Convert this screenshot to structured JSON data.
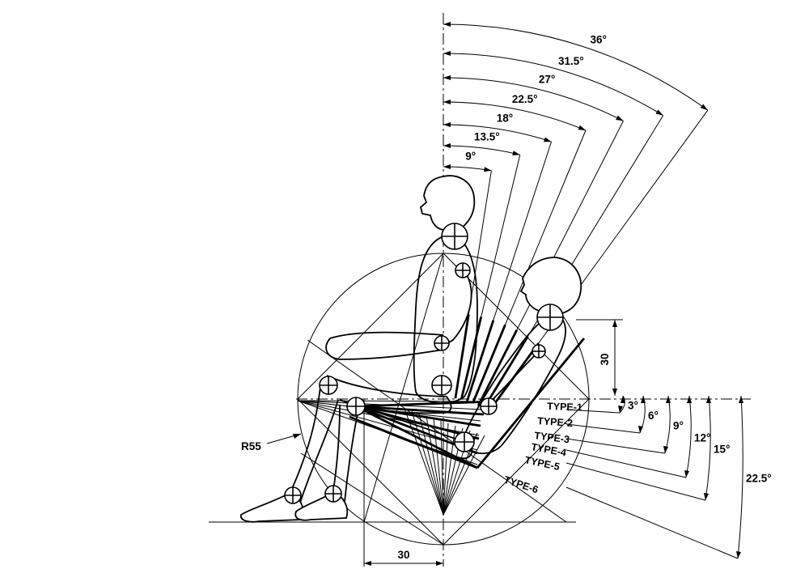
{
  "back_angle_labels": [
    "9°",
    "13.5°",
    "18°",
    "22.5°",
    "27°",
    "31.5°",
    "36°"
  ],
  "seat_angle_labels": [
    "3°",
    "6°",
    "9°",
    "12°",
    "15°",
    "22.5°"
  ],
  "seat_types": [
    "TYPE-1",
    "TYPE-2",
    "TYPE-3",
    "TYPE-4",
    "TYPE-5",
    "TYPE-6"
  ],
  "dimensions": {
    "radius": "R55",
    "height_30": "30",
    "width_30": "30"
  }
}
